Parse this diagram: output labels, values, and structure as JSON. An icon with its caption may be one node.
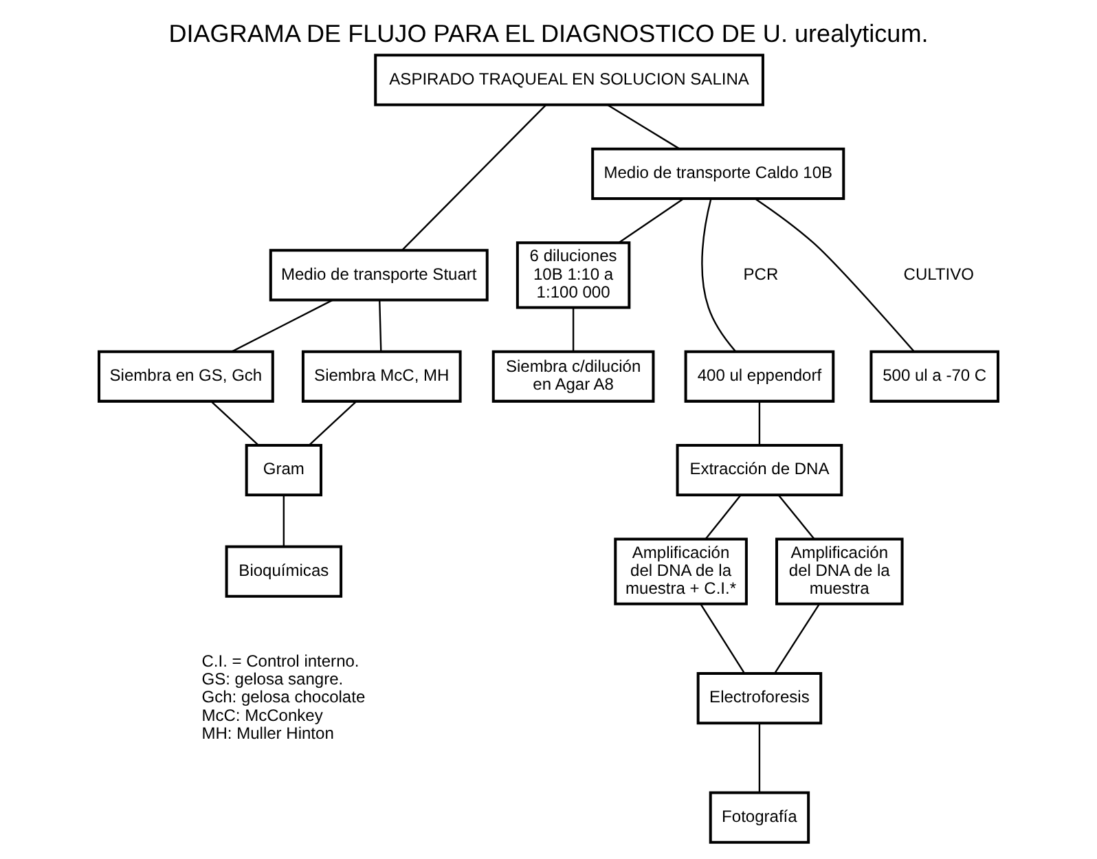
{
  "diagram": {
    "title": "DIAGRAMA DE FLUJO PARA EL DIAGNOSTICO DE U. urealyticum.",
    "nodes": [
      {
        "text": [
          "ASPIRADO TRAQUEAL EN SOLUCION SALINA"
        ]
      },
      {
        "text": [
          "Medio de transporte Stuart"
        ]
      },
      {
        "text": [
          "Medio de transporte Caldo 10B"
        ]
      },
      {
        "text": [
          "Siembra en GS, Gch"
        ]
      },
      {
        "text": [
          "Siembra McC, MH"
        ]
      },
      {
        "text": [
          "6 diluciones 10B 1:10 a 1:100 000"
        ]
      },
      {
        "text": [
          "400 ul eppendorf"
        ]
      },
      {
        "text": [
          "Gram"
        ]
      },
      {
        "text": [
          "Siembra c/dilución en Agar A8"
        ]
      },
      {
        "text": [
          "Extracción de DNA"
        ]
      },
      {
        "text": [
          "Bioquímicas"
        ]
      },
      {
        "text": [
          "500 ul a -70 C"
        ]
      },
      {
        "text": [
          "Amplificación del DNA de la muestra + C.I.*"
        ]
      },
      {
        "text": [
          "Amplificación del DNA de la muestra"
        ]
      },
      {
        "text": [
          "Electroforesis"
        ]
      },
      {
        "text": [
          "Fotografía"
        ]
      }
    ],
    "edges": [
      {
        "from": 0,
        "to": 1,
        "arrow": "none"
      },
      {
        "from": 0,
        "to": 2,
        "arrow": "none"
      },
      {
        "from": 1,
        "to": 3,
        "arrow": "none"
      },
      {
        "from": 1,
        "to": 4,
        "arrow": "none"
      },
      {
        "from": 3,
        "to": 7,
        "arrow": "none"
      },
      {
        "from": 4,
        "to": 7,
        "arrow": "none"
      },
      {
        "from": 7,
        "to": 10,
        "arrow": "none"
      },
      {
        "from": 2,
        "to": 11,
        "arrow": "none"
      },
      {
        "from": 2,
        "to": 5,
        "arrow": "none"
      },
      {
        "from": 2,
        "to": 6,
        "arrow": "none"
      },
      {
        "from": 5,
        "to": 8,
        "arrow": "none"
      },
      {
        "from": 6,
        "to": 9,
        "arrow": "none"
      },
      {
        "from": 9,
        "to": 12,
        "arrow": "none"
      },
      {
        "from": 9,
        "to": 13,
        "arrow": "none"
      },
      {
        "from": 12,
        "to": 14,
        "arrow": "none"
      },
      {
        "from": 13,
        "to": 14,
        "arrow": "none"
      },
      {
        "from": 14,
        "to": 15,
        "arrow": "none"
      }
    ],
    "labels": [
      "CULTIVO",
      "PCR",
      "C.I. = Control interno.",
      "GS: gelosa sangre.",
      "Gch: gelosa chocolate",
      "McC: McConkey",
      "MH: Muller Hinton"
    ]
  }
}
